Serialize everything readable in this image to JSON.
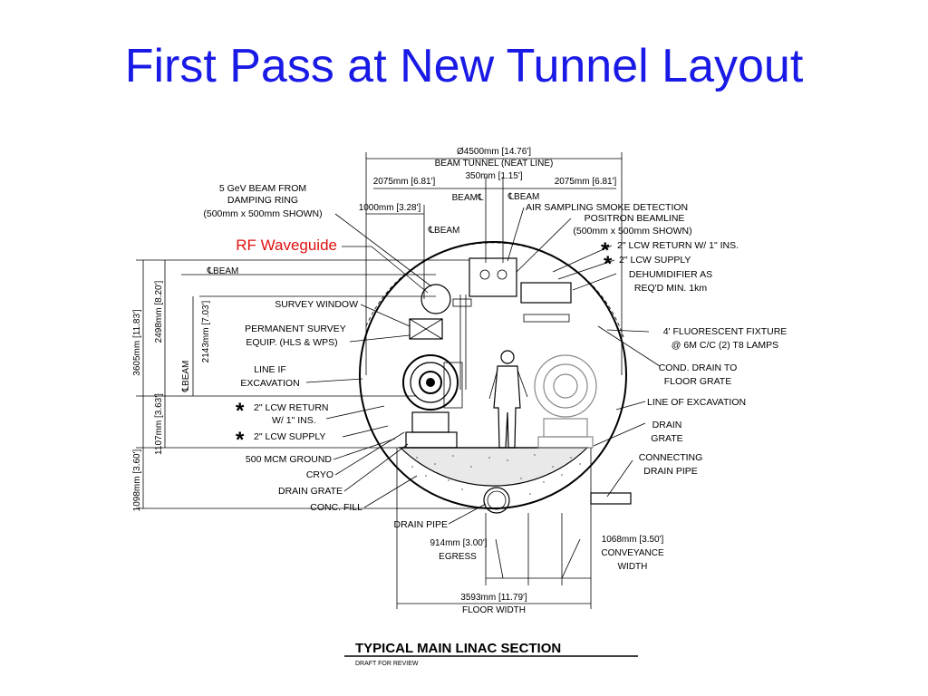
{
  "slide": {
    "title": "First Pass at New Tunnel Layout"
  },
  "dimensions": {
    "diameter": "Ø4500mm [14.76']",
    "beam_tunnel": "BEAM TUNNEL (NEAT LINE)",
    "left_2075": "2075mm [6.81']",
    "center_350": "350mm [1.15']",
    "right_2075": "2075mm [6.81']",
    "beam_c_left": "BEAM℄",
    "beam_c_right": "℄BEAM",
    "d1000": "1000mm [3.28']",
    "cbeam_upper": "℄BEAM",
    "cbeam_left": "℄BEAM",
    "cbeam_vertical": "℄BEAM",
    "v3605": "3605mm [11.83']",
    "v2498": "2498mm [8.20']",
    "v2143": "2143mm [7.03']",
    "v1107": "1107mm [3.63']",
    "v1098": "1098mm [3.60']",
    "d914": "914mm [3.00']",
    "egress": "EGRESS",
    "d1068": "1068mm [3.50']",
    "conveyance": "CONVEYANCE",
    "width": "WIDTH",
    "d3593": "3593mm [11.79']",
    "floor_width": "FLOOR WIDTH"
  },
  "labels": {
    "rf_waveguide": "RF Waveguide",
    "beam5_1": "5 GeV BEAM FROM",
    "beam5_2": "DAMPING RING",
    "beam5_3": "(500mm x 500mm SHOWN)",
    "air_sampling": "AIR SAMPLING SMOKE DETECTION",
    "positron_1": "POSITRON BEAMLINE",
    "positron_2": "(500mm x 500mm SHOWN)",
    "lcw_return_r": "2\" LCW RETURN W/ 1\" INS.",
    "lcw_supply_r": "2\" LCW SUPPLY",
    "dehum_1": "DEHUMIDIFIER AS",
    "dehum_2": "REQ'D MIN. 1km",
    "survey_window": "SURVEY WINDOW",
    "perm_survey_1": "PERMANENT SURVEY",
    "perm_survey_2": "EQUIP. (HLS & WPS)",
    "line_if_1": "LINE IF",
    "line_if_2": "EXCAVATION",
    "lcw_return_l1": "2\" LCW RETURN",
    "lcw_return_l2": "W/ 1\" INS.",
    "lcw_supply_l": "2\" LCW SUPPLY",
    "mcm_ground": "500 MCM GROUND",
    "cryo": "CRYO",
    "drain_grate_l": "DRAIN GRATE",
    "conc_fill": "CONC. FILL",
    "drain_pipe": "DRAIN PIPE",
    "fluor_1": "4' FLUORESCENT FIXTURE",
    "fluor_2": "@ 6M C/C (2) T8 LAMPS",
    "cond_1": "COND. DRAIN TO",
    "cond_2": "FLOOR GRATE",
    "line_excavation": "LINE OF EXCAVATION",
    "drain_grate_r1": "DRAIN",
    "drain_grate_r2": "GRATE",
    "connecting_1": "CONNECTING",
    "connecting_2": "DRAIN PIPE",
    "asterisk": "*"
  },
  "caption": {
    "title": "TYPICAL MAIN LINAC SECTION",
    "subtitle": "DRAFT FOR REVIEW"
  },
  "colors": {
    "title": "#1a1ae6",
    "rf_label": "#e01010"
  }
}
